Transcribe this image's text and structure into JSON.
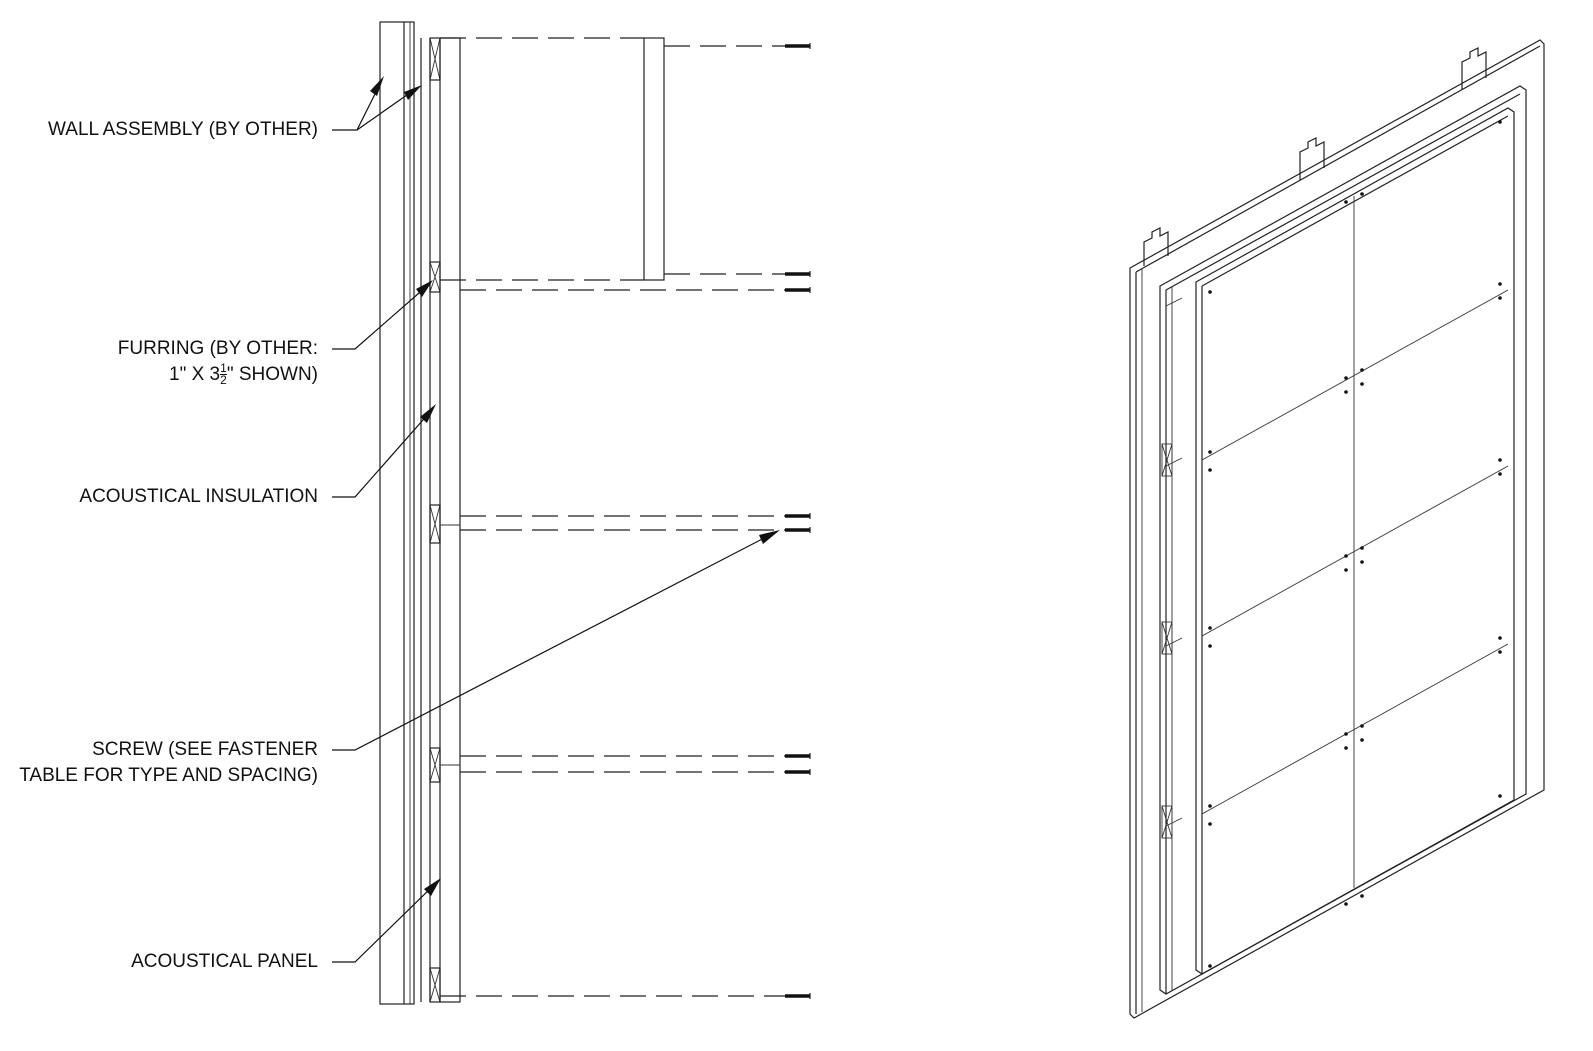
{
  "labels": {
    "wall_assembly": "WALL ASSEMBLY (BY OTHER)",
    "furring_line1": "FURRING (BY OTHER:",
    "furring_line2_pre": "1\" X 3",
    "furring_frac_num": "1",
    "furring_frac_den": "2",
    "furring_line2_post": "\" SHOWN)",
    "acoustical_insulation": "ACOUSTICAL INSULATION",
    "screw_line1": "SCREW (SEE FASTENER",
    "screw_line2": "TABLE FOR TYPE AND SPACING)",
    "acoustical_panel": "ACOUSTICAL PANEL"
  }
}
